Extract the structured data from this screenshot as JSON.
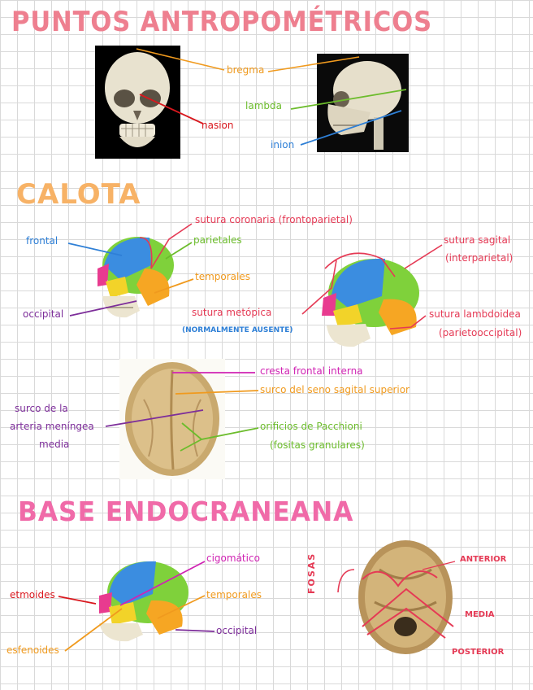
{
  "titles": {
    "puntos": "PUNTOS ANTROPOMÉTRICOS",
    "calota": "CALOTA",
    "base": "BASE ENDOCRANEANA"
  },
  "puntos": {
    "bregma": "bregma",
    "nasion": "nasion",
    "lambda": "lambda",
    "inion": "inion"
  },
  "calota_lateral": {
    "frontal": "frontal",
    "occipital": "occipital",
    "sutura_coronaria": "sutura coronaria (frontoparietal)",
    "parietales": "parietales",
    "temporales": "temporales",
    "sutura_metopica": "sutura metópica",
    "metopica_note": "(NORMALMENTE AUSENTE)",
    "sutura_sagital": "sutura sagital",
    "sutura_sagital_sub": "(interparietal)",
    "sutura_lambdoidea": "sutura lambdoidea",
    "sutura_lambdoidea_sub": "(parietooccipital)"
  },
  "calota_interior": {
    "cresta": "cresta frontal interna",
    "surco_seno": "surco del seno sagital superior",
    "surco_arteria_1": "surco de la",
    "surco_arteria_2": "arteria meníngea",
    "surco_arteria_3": "media",
    "orificios": "orificios de Pacchioni",
    "orificios_sub": "(fositas granulares)"
  },
  "base": {
    "cigomatico": "cigomático",
    "etmoides": "etmoides",
    "temporales": "temporales",
    "occipital": "occipital",
    "esfenoides": "esfenoides",
    "fosas": "FOSAS",
    "anterior": "ANTERIOR",
    "media": "MEDIA",
    "posterior": "POSTERIOR"
  },
  "colors": {
    "title_pink": "#ee7f8f",
    "title_orange": "#f7b266",
    "title_magenta": "#f06aa8",
    "red": "#d9181e",
    "orange": "#f09a1e",
    "green": "#6cbc2c",
    "blue": "#2e7fd6",
    "purple": "#7d2e9a",
    "magenta": "#d023b3",
    "pink_red": "#e53a55"
  }
}
